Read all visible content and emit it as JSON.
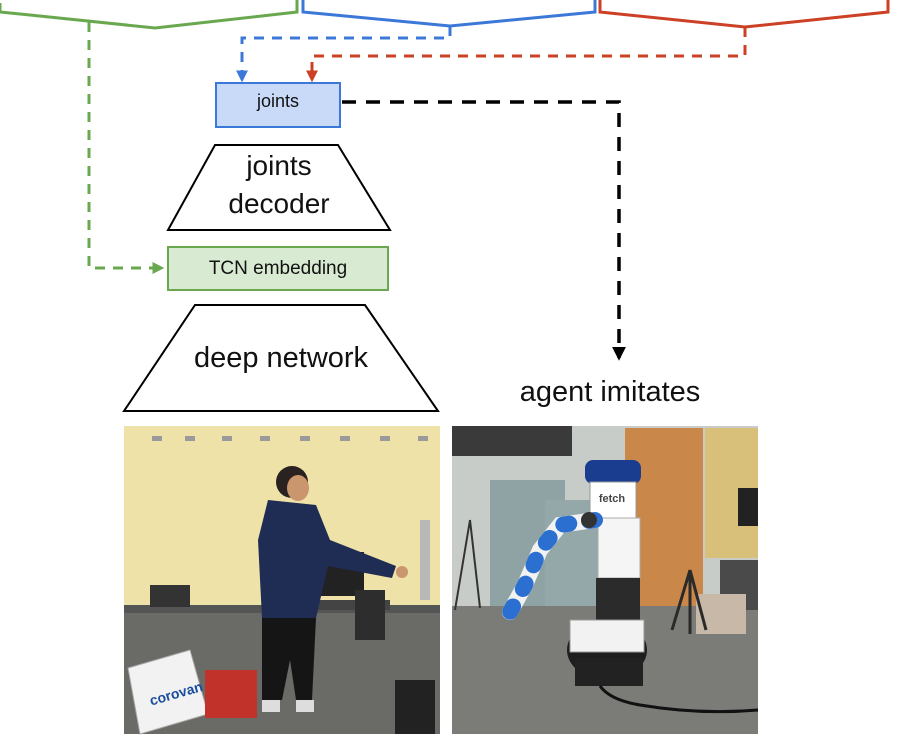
{
  "diagram": {
    "joints_box": "joints",
    "joints_decoder": [
      "joints",
      "decoder"
    ],
    "tcn_embedding": "TCN embedding",
    "deep_network": "deep network",
    "agent_imitates": "agent imitates"
  },
  "colors": {
    "green": "#6aa84f",
    "blue": "#3c78d8",
    "red": "#cc4125",
    "black": "#000000",
    "joints_fill": "#c9daf8",
    "tcn_fill": "#d9ead3"
  },
  "photos": {
    "left": {
      "subject": "person-pose-photo",
      "text": "corovan"
    },
    "right": {
      "subject": "fetch-robot-photo",
      "text": "fetch"
    }
  }
}
